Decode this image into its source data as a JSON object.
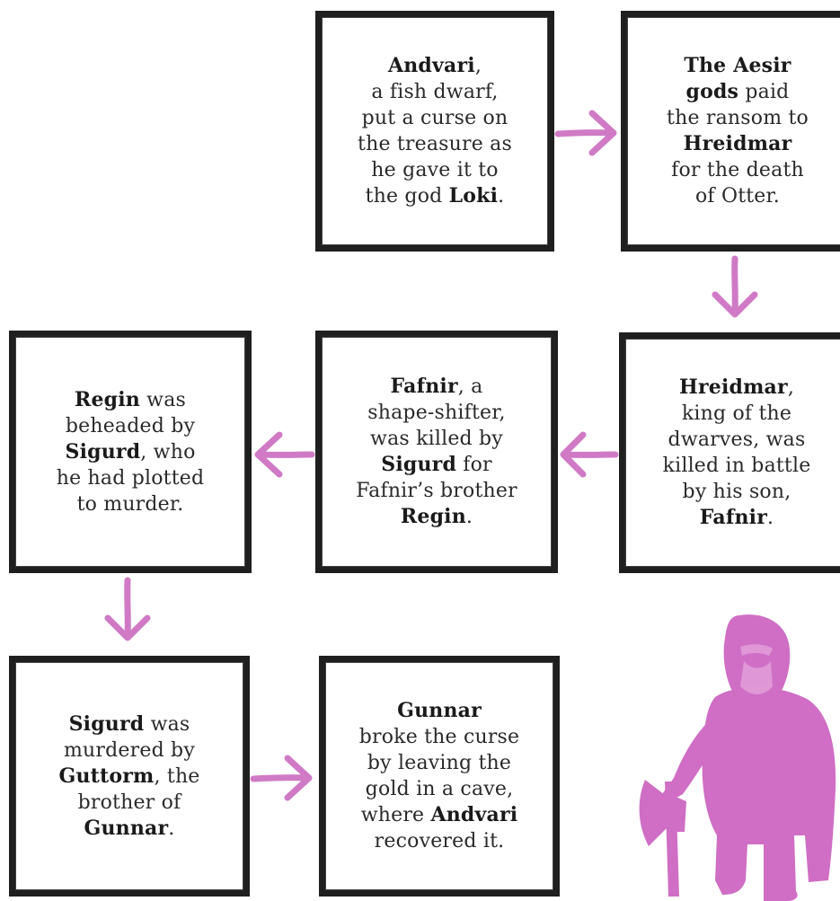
{
  "colors": {
    "accent": "#d07ac6",
    "border": "#1f1f1f",
    "text": "#2a2a2a"
  },
  "boxes": [
    {
      "parts": [
        {
          "t": "Andvari",
          "b": true
        },
        {
          "t": ",\na fish dwarf,\nput a curse on\nthe treasure as\nhe gave it to\nthe god "
        },
        {
          "t": "Loki",
          "b": true
        },
        {
          "t": "."
        }
      ]
    },
    {
      "parts": [
        {
          "t": "The Aesir\ngods",
          "b": true
        },
        {
          "t": " paid\nthe ransom to\n"
        },
        {
          "t": "Hreidmar",
          "b": true
        },
        {
          "t": "\nfor the death\nof Otter."
        }
      ]
    },
    {
      "parts": [
        {
          "t": "Hreidmar",
          "b": true
        },
        {
          "t": ",\nking of the\ndwarves, was\nkilled in battle\nby his son,\n"
        },
        {
          "t": "Fafnir",
          "b": true
        },
        {
          "t": "."
        }
      ]
    },
    {
      "parts": [
        {
          "t": "Fafnir",
          "b": true
        },
        {
          "t": ", a\nshape-shifter,\nwas killed by\n"
        },
        {
          "t": "Sigurd",
          "b": true
        },
        {
          "t": " for\nFafnir’s brother\n"
        },
        {
          "t": "Regin",
          "b": true
        },
        {
          "t": "."
        }
      ]
    },
    {
      "parts": [
        {
          "t": "Regin",
          "b": true
        },
        {
          "t": " was\nbeheaded by\n"
        },
        {
          "t": "Sigurd",
          "b": true
        },
        {
          "t": ", who\nhe had plotted\nto murder."
        }
      ]
    },
    {
      "parts": [
        {
          "t": "Sigurd",
          "b": true
        },
        {
          "t": " was\nmurdered by\n"
        },
        {
          "t": "Guttorm",
          "b": true
        },
        {
          "t": ", the\nbrother of\n"
        },
        {
          "t": "Gunnar",
          "b": true
        },
        {
          "t": "."
        }
      ]
    },
    {
      "parts": [
        {
          "t": "Gunnar",
          "b": true
        },
        {
          "t": "\nbroke the curse\nby leaving the\ngold in a cave,\nwhere "
        },
        {
          "t": "Andvari",
          "b": true
        },
        {
          "t": "\nrecovered it."
        }
      ]
    }
  ],
  "figure_icon": "dwarf-with-axe-silhouette"
}
